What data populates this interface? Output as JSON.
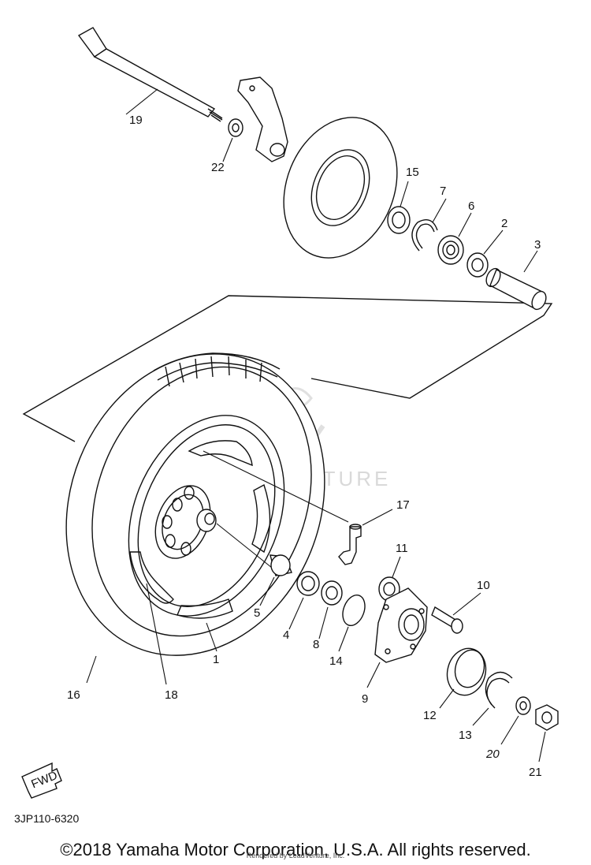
{
  "diagram": {
    "code": "3JP110-6320",
    "copyright": "©2018 Yamaha Motor Corporation, U.S.A. All rights reserved.",
    "rendered_by": "Rendered by LeadVenture, Inc.",
    "watermark": "ADVENTURE",
    "fwd_label": "FWD",
    "callouts": {
      "c1": "1",
      "c2": "2",
      "c3": "3",
      "c4": "4",
      "c5": "5",
      "c6": "6",
      "c7": "7",
      "c8": "8",
      "c9": "9",
      "c10": "10",
      "c11": "11",
      "c12": "12",
      "c13": "13",
      "c14": "14",
      "c15": "15",
      "c16": "16",
      "c17": "17",
      "c18": "18",
      "c19": "19",
      "c20": "20",
      "c21": "21",
      "c22": "22"
    }
  }
}
